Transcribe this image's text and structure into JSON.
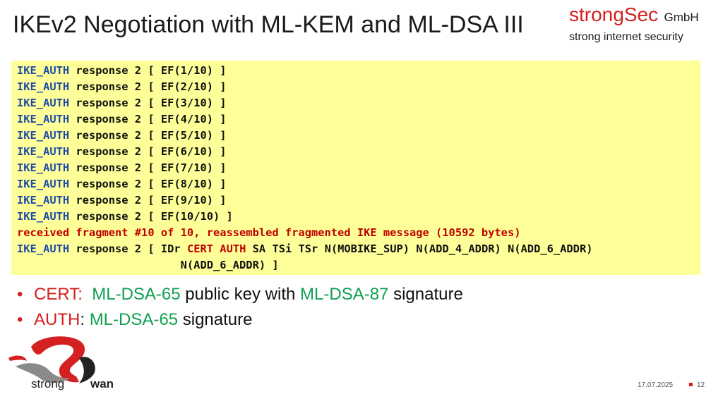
{
  "slide": {
    "title": "IKEv2 Negotiation with ML-KEM and ML-DSA  III"
  },
  "brand": {
    "name": "strongSec",
    "suffix": "GmbH",
    "tagline": "strong internet security"
  },
  "console": {
    "fragment_lines": [
      {
        "kw": "IKE_AUTH",
        "text": " response 2 [ EF(1/10) ]"
      },
      {
        "kw": "IKE_AUTH",
        "text": " response 2 [ EF(2/10) ]"
      },
      {
        "kw": "IKE_AUTH",
        "text": " response 2 [ EF(3/10) ]"
      },
      {
        "kw": "IKE_AUTH",
        "text": " response 2 [ EF(4/10) ]"
      },
      {
        "kw": "IKE_AUTH",
        "text": " response 2 [ EF(5/10) ]"
      },
      {
        "kw": "IKE_AUTH",
        "text": " response 2 [ EF(6/10) ]"
      },
      {
        "kw": "IKE_AUTH",
        "text": " response 2 [ EF(7/10) ]"
      },
      {
        "kw": "IKE_AUTH",
        "text": " response 2 [ EF(8/10) ]"
      },
      {
        "kw": "IKE_AUTH",
        "text": " response 2 [ EF(9/10) ]"
      },
      {
        "kw": "IKE_AUTH",
        "text": " response 2 [ EF(10/10) ]"
      }
    ],
    "reassembled_line": "received fragment #10 of 10, reassembled fragmented IKE message (10592 bytes)",
    "final_line": {
      "kw": "IKE_AUTH",
      "prefix": " response 2 [ IDr ",
      "cert": "CERT",
      "space": " ",
      "auth": "AUTH",
      "suffix": " SA TSi TSr N(MOBIKE_SUP) N(ADD_4_ADDR) N(ADD_6_ADDR)",
      "continuation": "                         N(ADD_6_ADDR) ]"
    }
  },
  "bullets": {
    "cert": {
      "label": "CERT:",
      "algo1": "ML-DSA-65",
      "text1": " public key with ",
      "algo2": "ML-DSA-87",
      "text2": " signature"
    },
    "auth": {
      "label": "AUTH",
      "colon": ":",
      "algo": "ML-DSA-65",
      "text": " signature"
    }
  },
  "logo": {
    "text_left": "strong",
    "text_right": "wan"
  },
  "footer": {
    "date": "17.07.2025",
    "page": "12"
  },
  "colors": {
    "brand_red": "#d42020",
    "keyword_blue": "#1f4aa8",
    "highlight_red": "#c00000",
    "algo_green": "#10a050",
    "console_bg": "#ffff99"
  }
}
